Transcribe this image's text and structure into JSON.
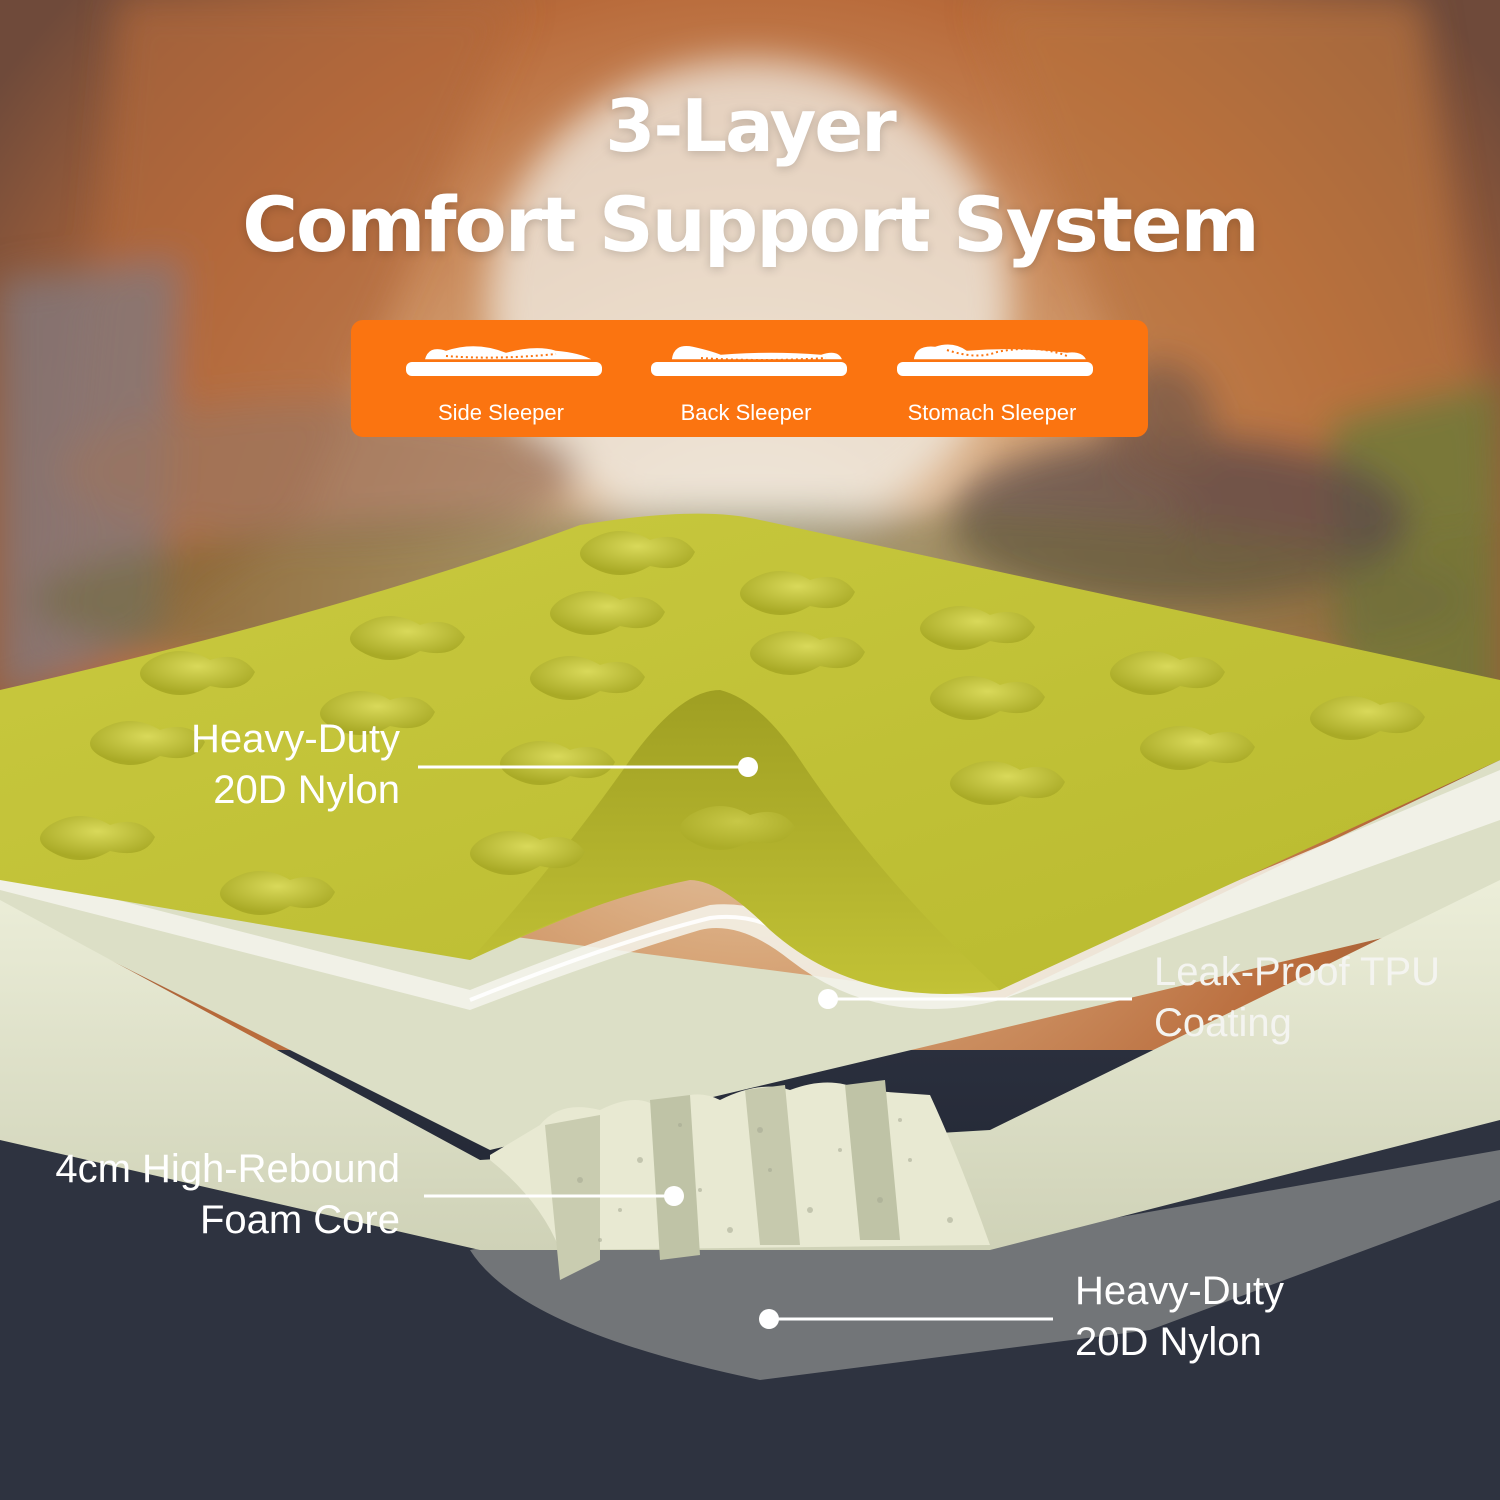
{
  "title": {
    "line1": "3-Layer",
    "line2": "Comfort Support System"
  },
  "sleeper_positions": [
    {
      "label": "Side Sleeper",
      "icon": "side-sleeper-icon"
    },
    {
      "label": "Back Sleeper",
      "icon": "back-sleeper-icon"
    },
    {
      "label": "Stomach Sleeper",
      "icon": "stomach-sleeper-icon"
    }
  ],
  "callouts": {
    "top_layer": {
      "line1": "Heavy-Duty",
      "line2": "20D Nylon"
    },
    "tpu_layer": {
      "line1": "Leak-Proof TPU",
      "line2": "Coating"
    },
    "foam_layer": {
      "line1": "4cm High-Rebound",
      "line2": "Foam Core"
    },
    "bottom_layer": {
      "line1": "Heavy-Duty",
      "line2": "20D Nylon"
    }
  },
  "colors": {
    "accent_orange": "#fb7410",
    "nylon_green": "#c7c73a",
    "foam_cream": "#e6e8d2",
    "bottom_gray": "#707376",
    "floor_navy": "#1d2230",
    "tent_orange": "#c57a45"
  }
}
